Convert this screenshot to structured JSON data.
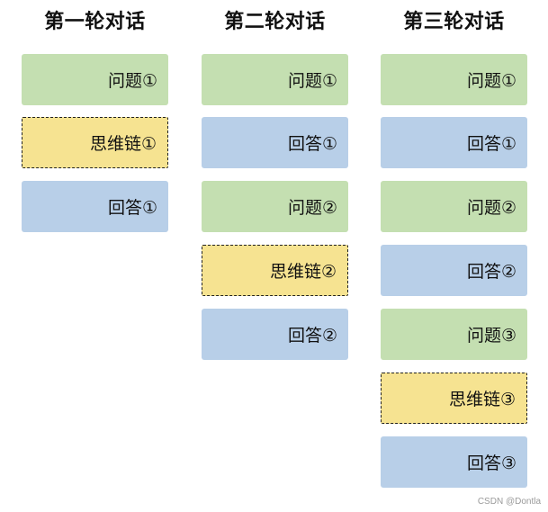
{
  "rounds": [
    {
      "title": "第一轮对话",
      "blocks": [
        {
          "type": "question",
          "label": "问题①"
        },
        {
          "type": "thought",
          "label": "思维链①"
        },
        {
          "type": "answer",
          "label": "回答①"
        }
      ]
    },
    {
      "title": "第二轮对话",
      "blocks": [
        {
          "type": "question",
          "label": "问题①"
        },
        {
          "type": "answer",
          "label": "回答①"
        },
        {
          "type": "question",
          "label": "问题②"
        },
        {
          "type": "thought",
          "label": "思维链②"
        },
        {
          "type": "answer",
          "label": "回答②"
        }
      ]
    },
    {
      "title": "第三轮对话",
      "blocks": [
        {
          "type": "question",
          "label": "问题①"
        },
        {
          "type": "answer",
          "label": "回答①"
        },
        {
          "type": "question",
          "label": "问题②"
        },
        {
          "type": "answer",
          "label": "回答②"
        },
        {
          "type": "question",
          "label": "问题③"
        },
        {
          "type": "thought",
          "label": "思维链③"
        },
        {
          "type": "answer",
          "label": "回答③"
        }
      ]
    }
  ],
  "colors": {
    "question": "#c4dfb1",
    "answer": "#b8cfe8",
    "thought": "#f6e391"
  },
  "watermark": "CSDN @Dontla"
}
